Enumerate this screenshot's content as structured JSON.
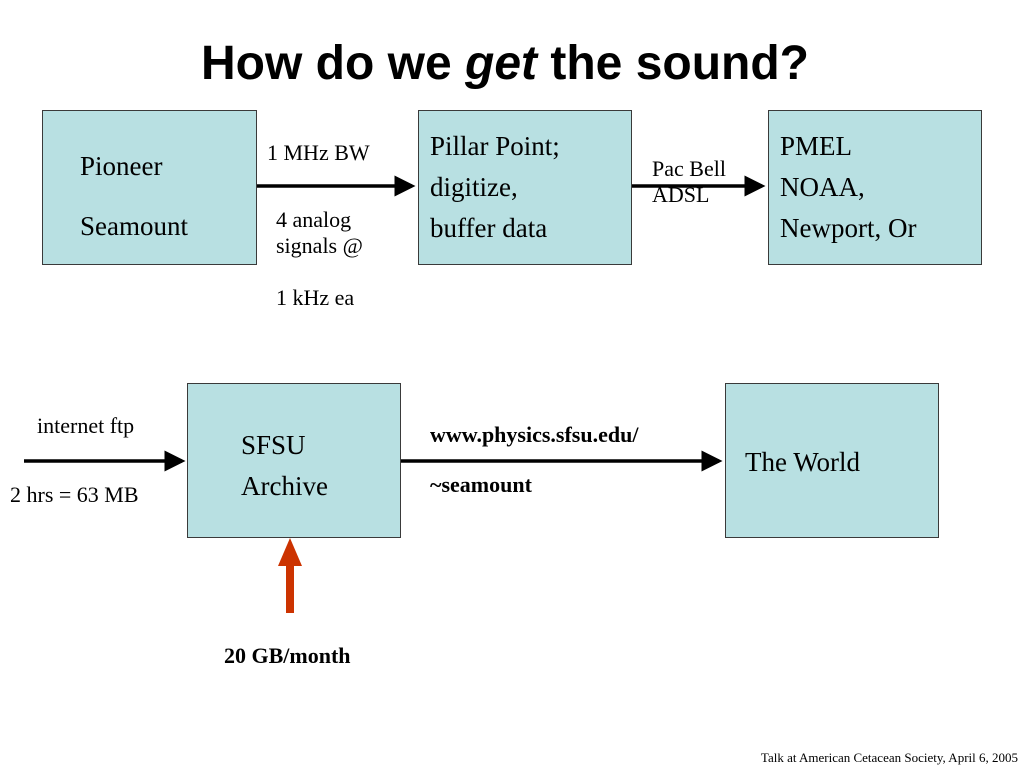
{
  "title": {
    "before": "How do we ",
    "emphasis": "get",
    "after": " the sound?"
  },
  "row1": {
    "pioneer": {
      "line1": "Pioneer",
      "line2": "Seamount"
    },
    "link1_label": "1 MHz BW",
    "link1_sub": {
      "line1": "4 analog",
      "line2": "signals @",
      "line3": "1 kHz ea"
    },
    "pillar": {
      "line1": "Pillar Point;",
      "line2": "digitize,",
      "line3": "buffer data"
    },
    "link2_label": {
      "line1": "Pac Bell",
      "line2": "ADSL"
    },
    "pmel": {
      "line1": "PMEL",
      "line2": "NOAA,",
      "line3": "Newport, Or"
    }
  },
  "row2": {
    "input_label": "internet ftp",
    "input_size": "2 hrs = 63 MB",
    "sfsu": {
      "line1": "SFSU",
      "line2": "Archive"
    },
    "url": {
      "line1": "www.physics.sfsu.edu/",
      "line2": "~seamount"
    },
    "world": "The World",
    "rate": "20 GB/month"
  },
  "footer": "Talk at American Cetacean Society, April 6, 2005",
  "colors": {
    "box_fill": "#b8e0e2",
    "arrow": "#000000",
    "red_arrow": "#cc3300"
  }
}
